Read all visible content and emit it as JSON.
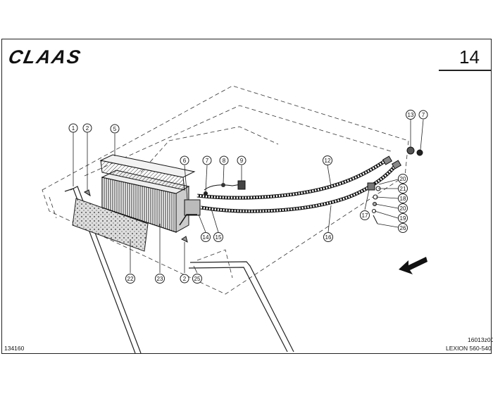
{
  "header": {
    "logo_text": "CLAAS",
    "page_number": "14"
  },
  "footer": {
    "drawing_number": "16013z00",
    "model": "LEXION 560-540",
    "reference_number": "134160"
  },
  "callouts": [
    {
      "id": "c1",
      "label": "1"
    },
    {
      "id": "c2a",
      "label": "2"
    },
    {
      "id": "c5",
      "label": "5"
    },
    {
      "id": "c6",
      "label": "6"
    },
    {
      "id": "c7a",
      "label": "7"
    },
    {
      "id": "c8",
      "label": "8"
    },
    {
      "id": "c9",
      "label": "9"
    },
    {
      "id": "c12",
      "label": "12"
    },
    {
      "id": "c13",
      "label": "13"
    },
    {
      "id": "c7b",
      "label": "7"
    },
    {
      "id": "c20a",
      "label": "20"
    },
    {
      "id": "c21",
      "label": "21"
    },
    {
      "id": "c18",
      "label": "18"
    },
    {
      "id": "c20b",
      "label": "20"
    },
    {
      "id": "c17",
      "label": "17"
    },
    {
      "id": "c19",
      "label": "19"
    },
    {
      "id": "c26",
      "label": "26"
    },
    {
      "id": "c14",
      "label": "14"
    },
    {
      "id": "c15",
      "label": "15"
    },
    {
      "id": "c16",
      "label": "16"
    },
    {
      "id": "c22",
      "label": "22"
    },
    {
      "id": "c23",
      "label": "23"
    },
    {
      "id": "c2b",
      "label": "2"
    },
    {
      "id": "c25",
      "label": "25"
    }
  ]
}
